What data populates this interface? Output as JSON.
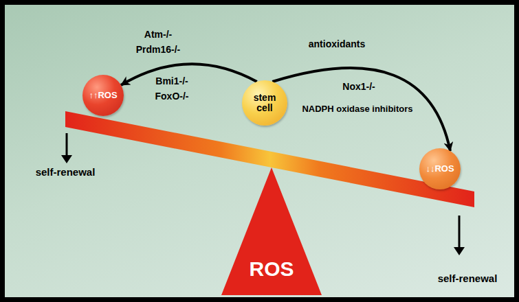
{
  "diagram": {
    "nodes": [
      {
        "text": [
          "↑↑ROS"
        ]
      },
      {
        "text": [
          "stem cell"
        ]
      },
      {
        "text": [
          "↓↓ROS"
        ]
      },
      {
        "text": [
          "ROS"
        ]
      }
    ],
    "edges": [
      {
        "from": 1,
        "to": 0,
        "arrow": "to"
      },
      {
        "from": 1,
        "to": 2,
        "arrow": "to"
      }
    ],
    "labels": [
      "Atm-/-",
      "Prdm16-/-",
      "Bmi1-/-",
      "FoxO-/-",
      "antioxidants",
      "Nox1-/-",
      "NADPH oxidase inhibitors",
      "self-renewal",
      "self-renewal"
    ]
  }
}
